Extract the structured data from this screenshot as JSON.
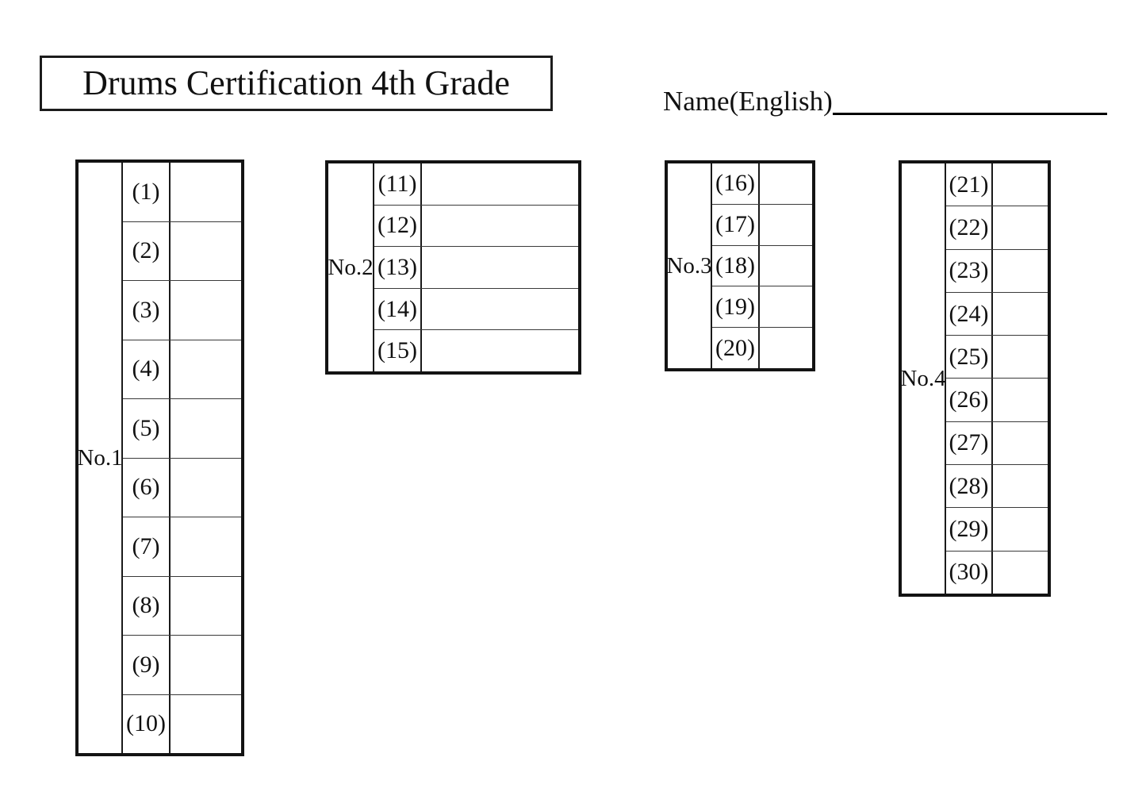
{
  "page": {
    "title": "Drums Certification 4th Grade",
    "name_label": "Name(English)"
  },
  "colors": {
    "ink": "#111111",
    "background": "#ffffff"
  },
  "tables": {
    "t1": {
      "label": "No.1",
      "rows": [
        "(1)",
        "(2)",
        "(3)",
        "(4)",
        "(5)",
        "(6)",
        "(7)",
        "(8)",
        "(9)",
        "(10)"
      ]
    },
    "t2": {
      "label": "No.2",
      "rows": [
        "(11)",
        "(12)",
        "(13)",
        "(14)",
        "(15)"
      ]
    },
    "t3": {
      "label": "No.3",
      "rows": [
        "(16)",
        "(17)",
        "(18)",
        "(19)",
        "(20)"
      ]
    },
    "t4": {
      "label": "No.4",
      "rows": [
        "(21)",
        "(22)",
        "(23)",
        "(24)",
        "(25)",
        "(26)",
        "(27)",
        "(28)",
        "(29)",
        "(30)"
      ]
    }
  }
}
